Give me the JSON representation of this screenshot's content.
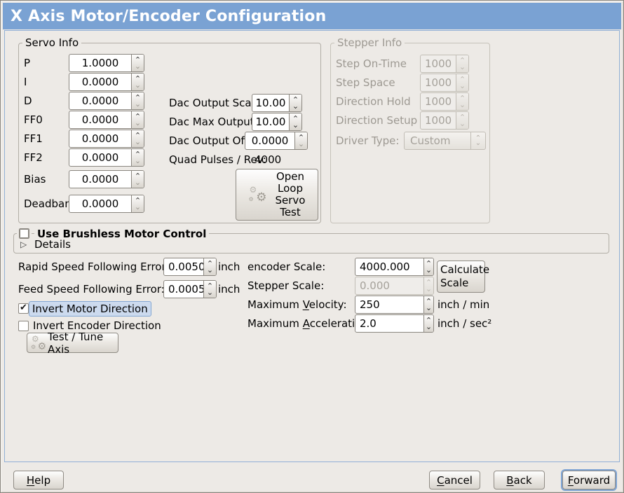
{
  "window": {
    "title": "X Axis Motor/Encoder Configuration"
  },
  "colors": {
    "title_bg": "#7aa2d3",
    "focus_accent": "#7ea4d4",
    "selection_highlight": "#ccdaee",
    "window_bg": "#edeae6"
  },
  "icons": {
    "spin_up": "⌃",
    "spin_down": "⌄",
    "check": "✔",
    "expander_closed": "▷",
    "gear": "⚙"
  },
  "servo": {
    "frame_label": "Servo Info",
    "fields": [
      {
        "label": "P",
        "value": "1.0000"
      },
      {
        "label": "I",
        "value": "0.0000"
      },
      {
        "label": "D",
        "value": "0.0000"
      },
      {
        "label": "FF0",
        "value": "0.0000"
      },
      {
        "label": "FF1",
        "value": "0.0000"
      },
      {
        "label": "FF2",
        "value": "0.0000"
      },
      {
        "label": "Bias",
        "value": "0.0000"
      },
      {
        "label": "Deadband",
        "value": "0.0000"
      }
    ],
    "dac_output_scale": {
      "label": "Dac Output Scale:",
      "value": "10.00"
    },
    "dac_max_output": {
      "label": "Dac Max Output:",
      "value": "10.00"
    },
    "dac_output_offset": {
      "label": "Dac Output Offset:",
      "value": "0.0000"
    },
    "quad_pulses": {
      "label": "Quad Pulses / Rev:",
      "value": "4000"
    },
    "open_loop_button": {
      "line1": "Open",
      "line2": "Loop",
      "line3": "Servo",
      "line4": "Test"
    }
  },
  "stepper": {
    "frame_label": "Stepper Info",
    "fields": [
      {
        "label": "Step On-Time",
        "value": "1000"
      },
      {
        "label": "Step Space",
        "value": "1000"
      },
      {
        "label": "Direction Hold",
        "value": "1000"
      },
      {
        "label": "Direction Setup",
        "value": "1000"
      }
    ],
    "driver_type": {
      "label": "Driver Type:",
      "value": "Custom"
    }
  },
  "brushless": {
    "checkbox_label": "Use Brushless Motor Control",
    "details_label": "Details"
  },
  "following_error": {
    "rapid": {
      "label": "Rapid Speed Following Error:",
      "value": "0.0050",
      "unit": "inch"
    },
    "feed": {
      "label": "Feed Speed Following Error:",
      "value": "0.0005",
      "unit": "inch"
    }
  },
  "scales": {
    "encoder": {
      "label": "encoder Scale:",
      "value": "4000.000"
    },
    "stepper": {
      "label": "Stepper Scale:",
      "value": "0.000"
    },
    "calculate_button": {
      "line1": "Calculate",
      "line2": "Scale"
    },
    "max_velocity": {
      "label_pre": "Maximum ",
      "label_key": "V",
      "label_post": "elocity:",
      "value": "250",
      "unit": "inch / min"
    },
    "max_accel": {
      "label_pre": "Maximum ",
      "label_key": "A",
      "label_post": "cceleration:",
      "value": "2.0",
      "unit": "inch / sec²"
    }
  },
  "direction": {
    "invert_motor_label": "Invert Motor Direction",
    "invert_encoder_label": "Invert Encoder Direction",
    "test_tune_button": "Test / Tune Axis"
  },
  "actions": {
    "help": {
      "pre": "",
      "key": "H",
      "post": "elp"
    },
    "cancel": {
      "pre": "",
      "key": "C",
      "post": "ancel"
    },
    "back": {
      "pre": "",
      "key": "B",
      "post": "ack"
    },
    "forward": {
      "pre": "",
      "key": "F",
      "post": "orward"
    }
  }
}
